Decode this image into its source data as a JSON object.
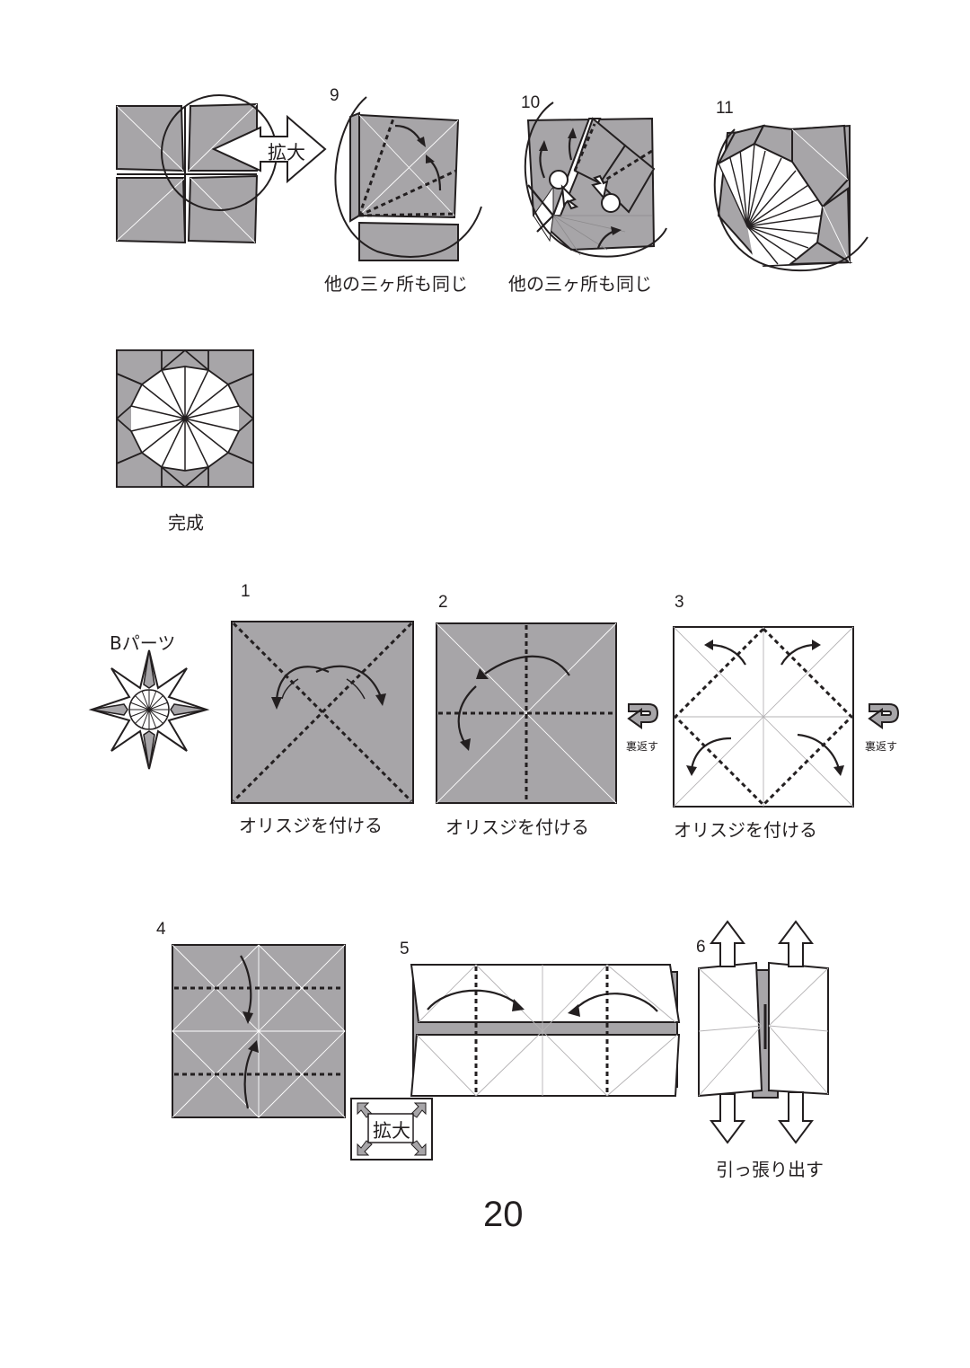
{
  "steps_top": {
    "zoom_label": "拡大",
    "step9": {
      "number": "9",
      "caption": "他の三ヶ所も同じ"
    },
    "step10": {
      "number": "10",
      "caption": "他の三ヶ所も同じ"
    },
    "step11": {
      "number": "11"
    },
    "finished": {
      "caption": "完成"
    }
  },
  "part_b": {
    "title": "Bパーツ",
    "step1": {
      "number": "1",
      "caption": "オリスジを付ける"
    },
    "step2": {
      "number": "2",
      "caption": "オリスジを付ける"
    },
    "step3": {
      "number": "3",
      "caption": "オリスジを付ける"
    },
    "flip_label_1": "裏返す",
    "flip_label_2": "裏返す",
    "step4": {
      "number": "4",
      "zoom_label": "拡大"
    },
    "step5": {
      "number": "5"
    },
    "step6": {
      "number": "6",
      "caption": "引っ張り出す"
    }
  },
  "colors": {
    "paper_colored": "#a7a5a8",
    "line": "#231f20",
    "paper_white": "#ffffff"
  },
  "page_number": "20"
}
